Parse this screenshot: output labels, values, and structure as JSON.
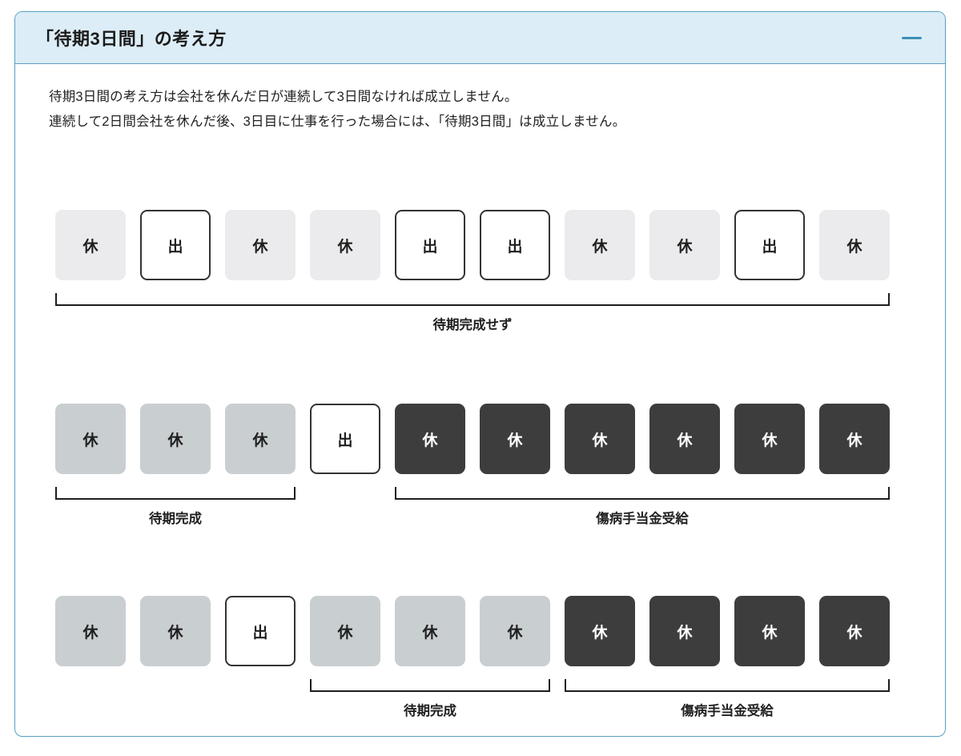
{
  "card": {
    "title": "「待期3日間」の考え方",
    "collapse_icon": "minus-icon",
    "accent_color": "#58a0c4",
    "header_bg": "#dcedf7"
  },
  "intro": {
    "line1": "待期3日間の考え方は会社を休んだ日が連続して3日間なければ成立しません。",
    "line2": "連続して2日間会社を休んだ後、3日目に仕事を行った場合には、「待期3日間」は成立しません。"
  },
  "legend_colors": {
    "light_gray": "#ebebed",
    "medium_gray": "#c9ced1",
    "dark": "#3d3d3d",
    "white_outlined": "#ffffff"
  },
  "rows": [
    {
      "id": "row-1",
      "boxes": [
        {
          "label": "休",
          "style": "light"
        },
        {
          "label": "出",
          "style": "white"
        },
        {
          "label": "休",
          "style": "light"
        },
        {
          "label": "休",
          "style": "light"
        },
        {
          "label": "出",
          "style": "white"
        },
        {
          "label": "出",
          "style": "white"
        },
        {
          "label": "休",
          "style": "light"
        },
        {
          "label": "休",
          "style": "light"
        },
        {
          "label": "出",
          "style": "white"
        },
        {
          "label": "休",
          "style": "light"
        }
      ],
      "brackets": [
        {
          "label": "待期完成せず",
          "start": 1,
          "end": 10
        }
      ]
    },
    {
      "id": "row-2",
      "boxes": [
        {
          "label": "休",
          "style": "gray"
        },
        {
          "label": "休",
          "style": "gray"
        },
        {
          "label": "休",
          "style": "gray"
        },
        {
          "label": "出",
          "style": "white"
        },
        {
          "label": "休",
          "style": "dark"
        },
        {
          "label": "休",
          "style": "dark"
        },
        {
          "label": "休",
          "style": "dark"
        },
        {
          "label": "休",
          "style": "dark"
        },
        {
          "label": "休",
          "style": "dark"
        },
        {
          "label": "休",
          "style": "dark"
        }
      ],
      "brackets": [
        {
          "label": "待期完成",
          "start": 1,
          "end": 3
        },
        {
          "label": "傷病手当金受給",
          "start": 5,
          "end": 10
        }
      ]
    },
    {
      "id": "row-3",
      "boxes": [
        {
          "label": "休",
          "style": "gray"
        },
        {
          "label": "休",
          "style": "gray"
        },
        {
          "label": "出",
          "style": "white"
        },
        {
          "label": "休",
          "style": "gray"
        },
        {
          "label": "休",
          "style": "gray"
        },
        {
          "label": "休",
          "style": "gray"
        },
        {
          "label": "休",
          "style": "dark"
        },
        {
          "label": "休",
          "style": "dark"
        },
        {
          "label": "休",
          "style": "dark"
        },
        {
          "label": "休",
          "style": "dark"
        }
      ],
      "brackets": [
        {
          "label": "待期完成",
          "start": 4,
          "end": 6
        },
        {
          "label": "傷病手当金受給",
          "start": 7,
          "end": 10
        }
      ]
    }
  ]
}
